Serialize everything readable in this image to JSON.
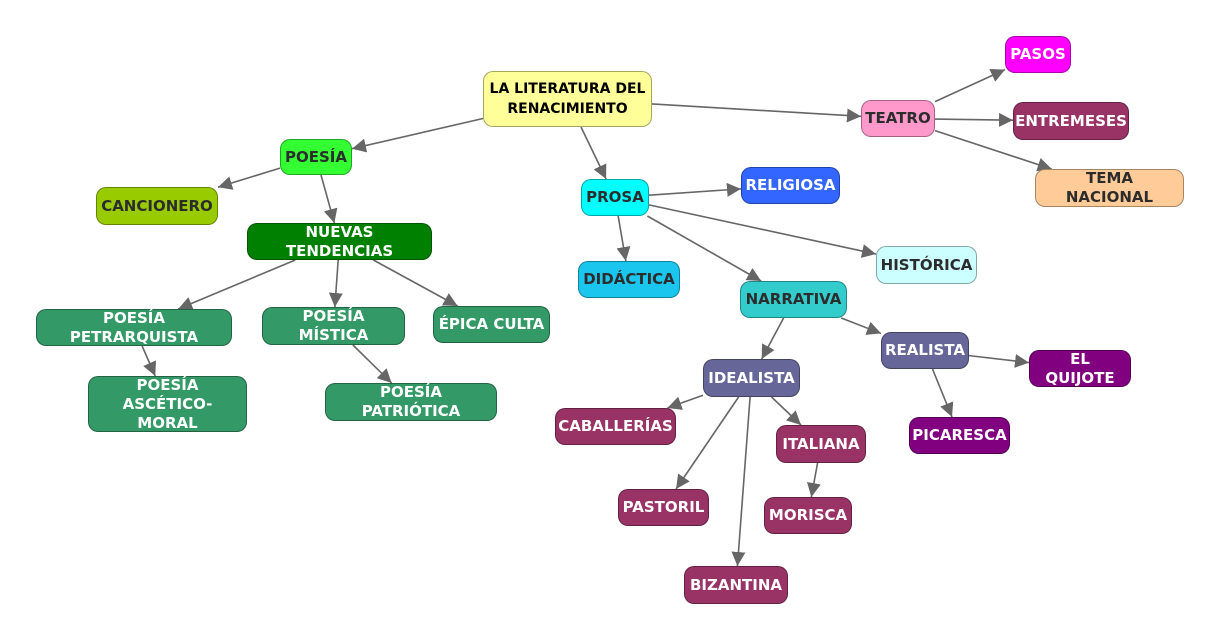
{
  "diagram": {
    "nodes": [
      {
        "id": "root",
        "label": "LA LITERATURA DEL\nRENACIMIENTO",
        "bg": "#ffff99",
        "text": "#000000"
      },
      {
        "id": "poesia",
        "label": "POESÍA",
        "bg": "#33ff33",
        "text": "#2c2c2c"
      },
      {
        "id": "cancionero",
        "label": "CANCIONERO",
        "bg": "#99cc00",
        "text": "#2c2c2c"
      },
      {
        "id": "nuevas",
        "label": "NUEVAS TENDENCIAS",
        "bg": "#008000",
        "text": "#ffffff"
      },
      {
        "id": "petrarq",
        "label": "POESÍA PETRARQUISTA",
        "bg": "#339966",
        "text": "#ffffff"
      },
      {
        "id": "ascetico",
        "label": "POESÍA ASCÉTICO-\nMORAL",
        "bg": "#339966",
        "text": "#ffffff"
      },
      {
        "id": "mistica",
        "label": "POESÍA MÍSTICA",
        "bg": "#339966",
        "text": "#ffffff"
      },
      {
        "id": "patriotica",
        "label": "POESÍA PATRIÓTICA",
        "bg": "#339966",
        "text": "#ffffff"
      },
      {
        "id": "epica",
        "label": "ÉPICA CULTA",
        "bg": "#339966",
        "text": "#ffffff"
      },
      {
        "id": "prosa",
        "label": "PROSA",
        "bg": "#00ffff",
        "text": "#2c2c2c"
      },
      {
        "id": "religiosa",
        "label": "RELIGIOSA",
        "bg": "#3366ff",
        "text": "#ffffff"
      },
      {
        "id": "didactica",
        "label": "DIDÁCTICA",
        "bg": "#1ac6ee",
        "text": "#2c2c2c"
      },
      {
        "id": "historica",
        "label": "HISTÓRICA",
        "bg": "#ccffff",
        "text": "#2c2c2c"
      },
      {
        "id": "narrativa",
        "label": "NARRATIVA",
        "bg": "#33cccc",
        "text": "#2c2c2c"
      },
      {
        "id": "idealista",
        "label": "IDEALISTA",
        "bg": "#666699",
        "text": "#ffffff"
      },
      {
        "id": "realista",
        "label": "REALISTA",
        "bg": "#666699",
        "text": "#ffffff"
      },
      {
        "id": "caballerias",
        "label": "CABALLERÍAS",
        "bg": "#993366",
        "text": "#ffffff"
      },
      {
        "id": "pastoril",
        "label": "PASTORIL",
        "bg": "#993366",
        "text": "#ffffff"
      },
      {
        "id": "bizantina",
        "label": "BIZANTINA",
        "bg": "#993366",
        "text": "#ffffff"
      },
      {
        "id": "italiana",
        "label": "ITALIANA",
        "bg": "#993366",
        "text": "#ffffff"
      },
      {
        "id": "morisca",
        "label": "MORISCA",
        "bg": "#993366",
        "text": "#ffffff"
      },
      {
        "id": "quijote",
        "label": "EL QUIJOTE",
        "bg": "#800080",
        "text": "#ffffff"
      },
      {
        "id": "picaresca",
        "label": "PICARESCA",
        "bg": "#800080",
        "text": "#ffffff"
      },
      {
        "id": "teatro",
        "label": "TEATRO",
        "bg": "#ff99cc",
        "text": "#2c2c2c"
      },
      {
        "id": "pasos",
        "label": "PASOS",
        "bg": "#ff00ff",
        "text": "#ffffff"
      },
      {
        "id": "entremeses",
        "label": "ENTREMESES",
        "bg": "#993366",
        "text": "#ffffff"
      },
      {
        "id": "tema",
        "label": "TEMA NACIONAL",
        "bg": "#ffcc99",
        "text": "#2c2c2c"
      }
    ],
    "edges": [
      {
        "from": "root",
        "to": "poesia"
      },
      {
        "from": "root",
        "to": "prosa"
      },
      {
        "from": "root",
        "to": "teatro"
      },
      {
        "from": "poesia",
        "to": "cancionero"
      },
      {
        "from": "poesia",
        "to": "nuevas"
      },
      {
        "from": "nuevas",
        "to": "petrarq"
      },
      {
        "from": "nuevas",
        "to": "mistica"
      },
      {
        "from": "nuevas",
        "to": "epica"
      },
      {
        "from": "petrarq",
        "to": "ascetico"
      },
      {
        "from": "mistica",
        "to": "patriotica"
      },
      {
        "from": "prosa",
        "to": "religiosa"
      },
      {
        "from": "prosa",
        "to": "didactica"
      },
      {
        "from": "prosa",
        "to": "historica"
      },
      {
        "from": "prosa",
        "to": "narrativa"
      },
      {
        "from": "narrativa",
        "to": "idealista"
      },
      {
        "from": "narrativa",
        "to": "realista"
      },
      {
        "from": "idealista",
        "to": "caballerias"
      },
      {
        "from": "idealista",
        "to": "pastoril"
      },
      {
        "from": "idealista",
        "to": "bizantina"
      },
      {
        "from": "idealista",
        "to": "italiana"
      },
      {
        "from": "italiana",
        "to": "morisca"
      },
      {
        "from": "realista",
        "to": "quijote"
      },
      {
        "from": "realista",
        "to": "picaresca"
      },
      {
        "from": "teatro",
        "to": "pasos"
      },
      {
        "from": "teatro",
        "to": "entremeses"
      },
      {
        "from": "teatro",
        "to": "tema"
      }
    ]
  }
}
